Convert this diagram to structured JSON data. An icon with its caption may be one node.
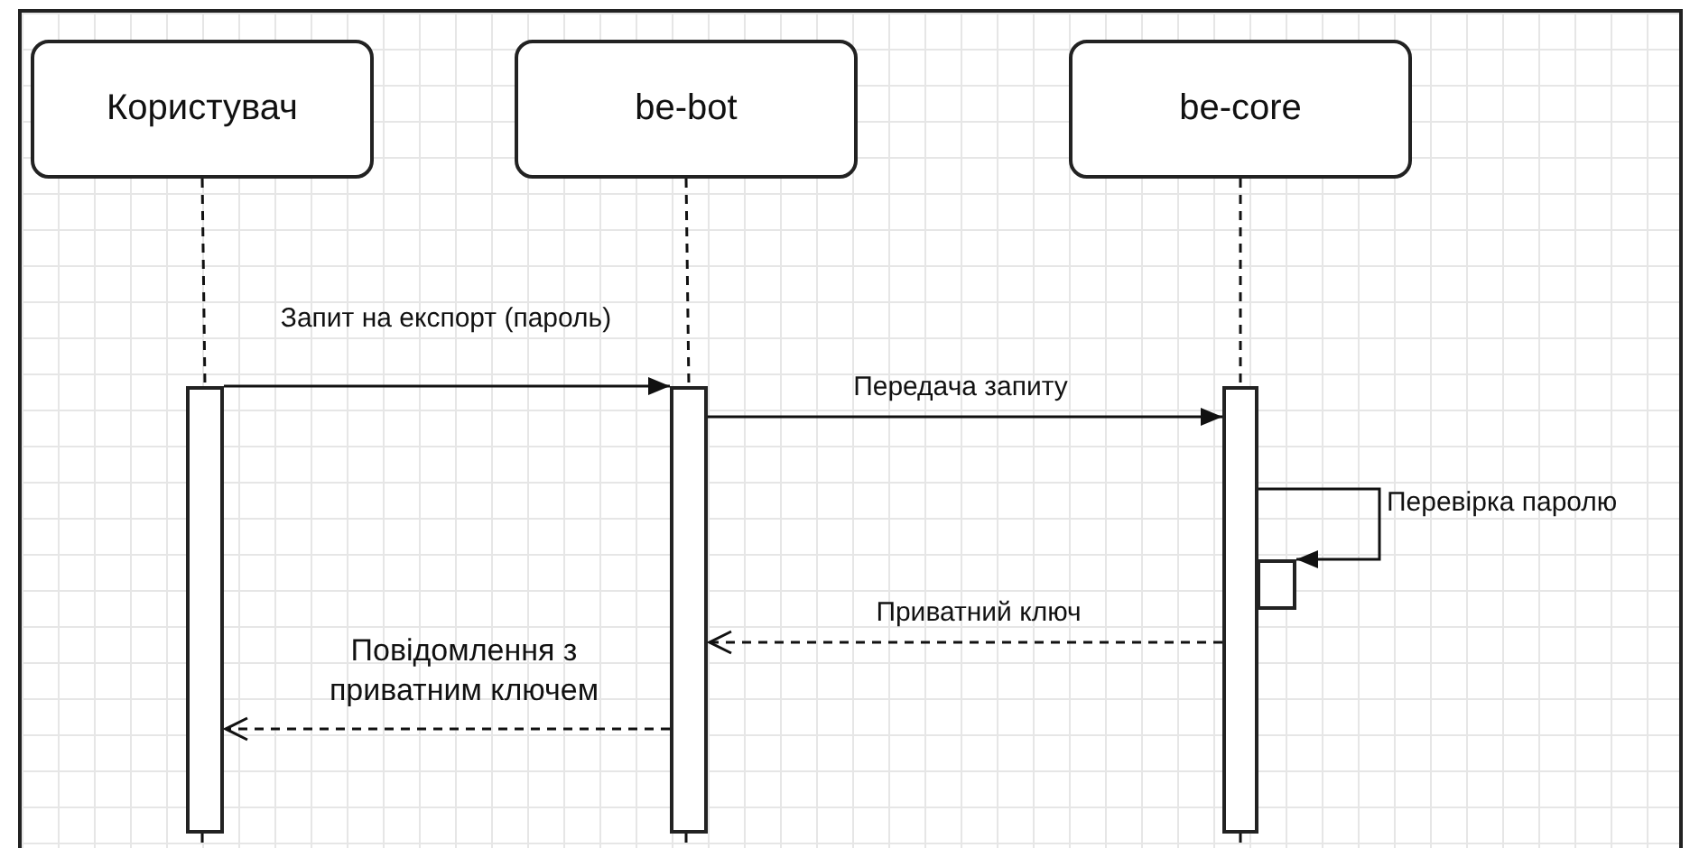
{
  "diagram": {
    "nodes": [
      {
        "text": [
          "Користувач"
        ]
      },
      {
        "text": [
          "be-bot"
        ]
      },
      {
        "text": [
          "be-core"
        ]
      },
      {
        "text": [],
        "shape": "bar"
      },
      {
        "text": [],
        "shape": "bar"
      },
      {
        "text": [],
        "shape": "bar"
      },
      {
        "text": [],
        "shape": "bar"
      }
    ],
    "edges": [
      {
        "from": 0,
        "to": 3,
        "arrow": "none",
        "style": "dashed"
      },
      {
        "from": 1,
        "to": 4,
        "arrow": "none",
        "style": "dashed"
      },
      {
        "from": 2,
        "to": 5,
        "arrow": "none",
        "style": "dashed"
      },
      {
        "from": 3,
        "to": 4,
        "arrow": "to",
        "label": "Запит на експорт (пароль)"
      },
      {
        "from": 4,
        "to": 5,
        "arrow": "to",
        "label": "Передача запиту"
      },
      {
        "from": 5,
        "to": 6,
        "arrow": "to",
        "label": "Перевірка паролю"
      },
      {
        "from": 5,
        "to": 4,
        "arrow": "to",
        "style": "dashed",
        "label": "Приватний ключ"
      },
      {
        "from": 4,
        "to": 3,
        "arrow": "to",
        "style": "dashed",
        "label": "Повідомлення з приватним ключем"
      }
    ]
  }
}
